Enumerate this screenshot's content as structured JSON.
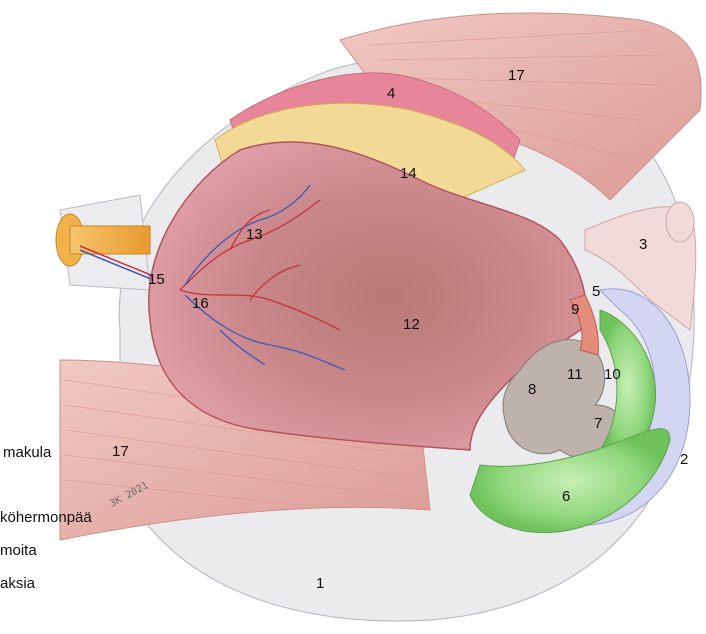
{
  "labels": {
    "n1": "1",
    "n2": "2",
    "n3": "3",
    "n4": "4",
    "n5": "5",
    "n6": "6",
    "n7": "7",
    "n8": "8",
    "n9": "9",
    "n10": "10",
    "n11": "11",
    "n12": "12",
    "n13": "13",
    "n14": "14",
    "n15": "15",
    "n16": "16",
    "n17a": "17",
    "n17b": "17"
  },
  "legend_fragments": {
    "makula": "makula",
    "nakohermonpaa": "köhermonpää",
    "moita": "moita",
    "aksia": "aksia"
  },
  "signature": "ЗК 2021",
  "colors": {
    "sclera": "#e9e9ec",
    "muscle": "#e8b2ad",
    "muscle_dark": "#d8918c",
    "choroid": "#d9707a",
    "retina": "#c97a7e",
    "retina_dark": "#9c6a64",
    "lens": "#bcb2ab",
    "iris": "#8fd77c",
    "iris_light": "#c8efb5",
    "cornea": "#cfd3f2",
    "sclera_band": "#f0d88f",
    "nerve": "#f3b14c",
    "vessel_red": "#c8303a",
    "vessel_blue": "#3d58b8"
  }
}
